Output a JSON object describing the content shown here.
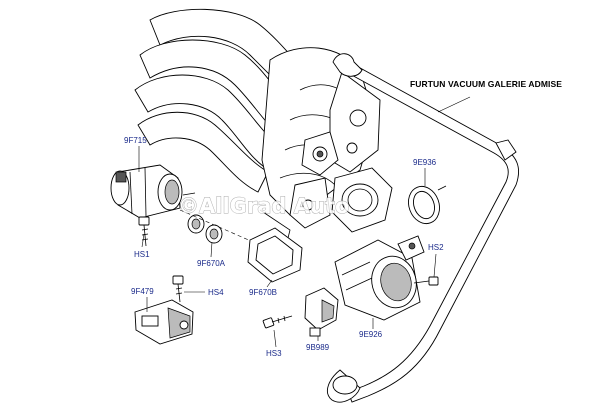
{
  "callout": {
    "text": "FURTUN VACUUM GALERIE ADMISE"
  },
  "watermark": {
    "text": "©AllGrad Auto"
  },
  "labels": {
    "p9F715": "9F715",
    "p9E936": "9E936",
    "pHS1": "HS1",
    "p9F670A": "9F670A",
    "pHS2": "HS2",
    "p9F479": "9F479",
    "pHS4": "HS4",
    "p9F670B": "9F670B",
    "p9E926": "9E926",
    "pHS3": "HS3",
    "p9B989": "9B989"
  },
  "colors": {
    "label_blue": "#1a2a8a",
    "line": "#000000",
    "background": "#ffffff"
  }
}
